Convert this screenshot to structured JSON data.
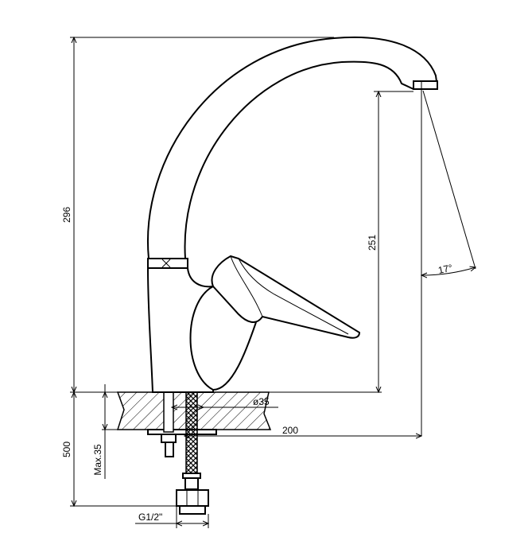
{
  "dimensions": {
    "total_height": "296",
    "spout_height": "251",
    "spout_angle": "17°",
    "base_diameter": "ø35",
    "reach": "200",
    "hose_length": "500",
    "max_thickness": "Max.35",
    "thread": "G1/2\""
  },
  "colors": {
    "line": "#000000",
    "background": "#ffffff"
  }
}
